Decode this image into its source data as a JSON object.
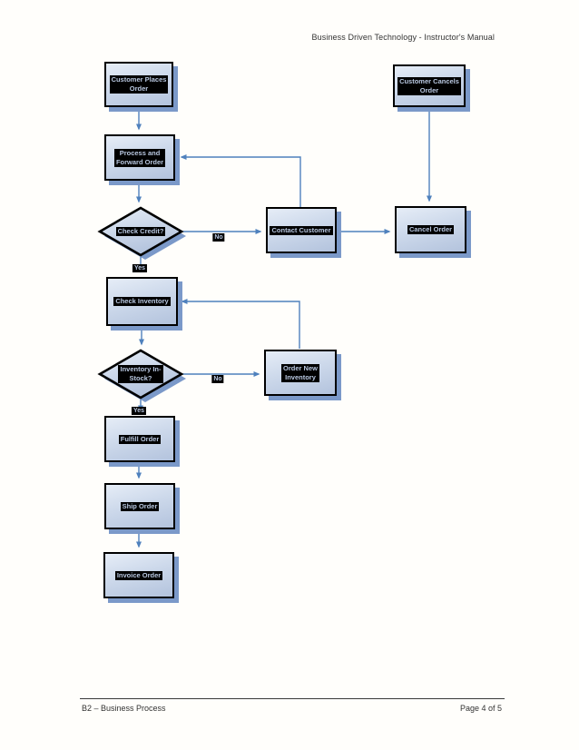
{
  "page": {
    "header_title": "Business Driven Technology - Instructor's Manual",
    "footer_left": "B2 – Business Process",
    "footer_right": "Page 4 of 5"
  },
  "colors": {
    "connector": "#4f81bd",
    "node_shadow": "#7b99c9",
    "node_border": "#000000",
    "node_fill_top": "#e6edf7",
    "node_fill_bottom": "#b3c3dd",
    "label_highlight_bg": "#000000",
    "label_text": "#b9c8e1"
  },
  "flowchart": {
    "nodes": {
      "customer_places_order": "Customer Places\nOrder",
      "customer_cancels_order": "Customer Cancels\nOrder",
      "process_and_forward_order": "Process and\nForward Order",
      "check_credit": "Check Credit?",
      "contact_customer": "Contact Customer",
      "cancel_order": "Cancel Order",
      "check_inventory": "Check Inventory",
      "inventory_in_stock": "Inventory In-\nStock?",
      "order_new_inventory": "Order New\nInventory",
      "fulfill_order": "Fulfill Order",
      "ship_order": "Ship Order",
      "invoice_order": "Invoice Order"
    },
    "edge_labels": {
      "credit_no": "No",
      "credit_yes": "Yes",
      "stock_no": "No",
      "stock_yes": "Yes"
    }
  }
}
